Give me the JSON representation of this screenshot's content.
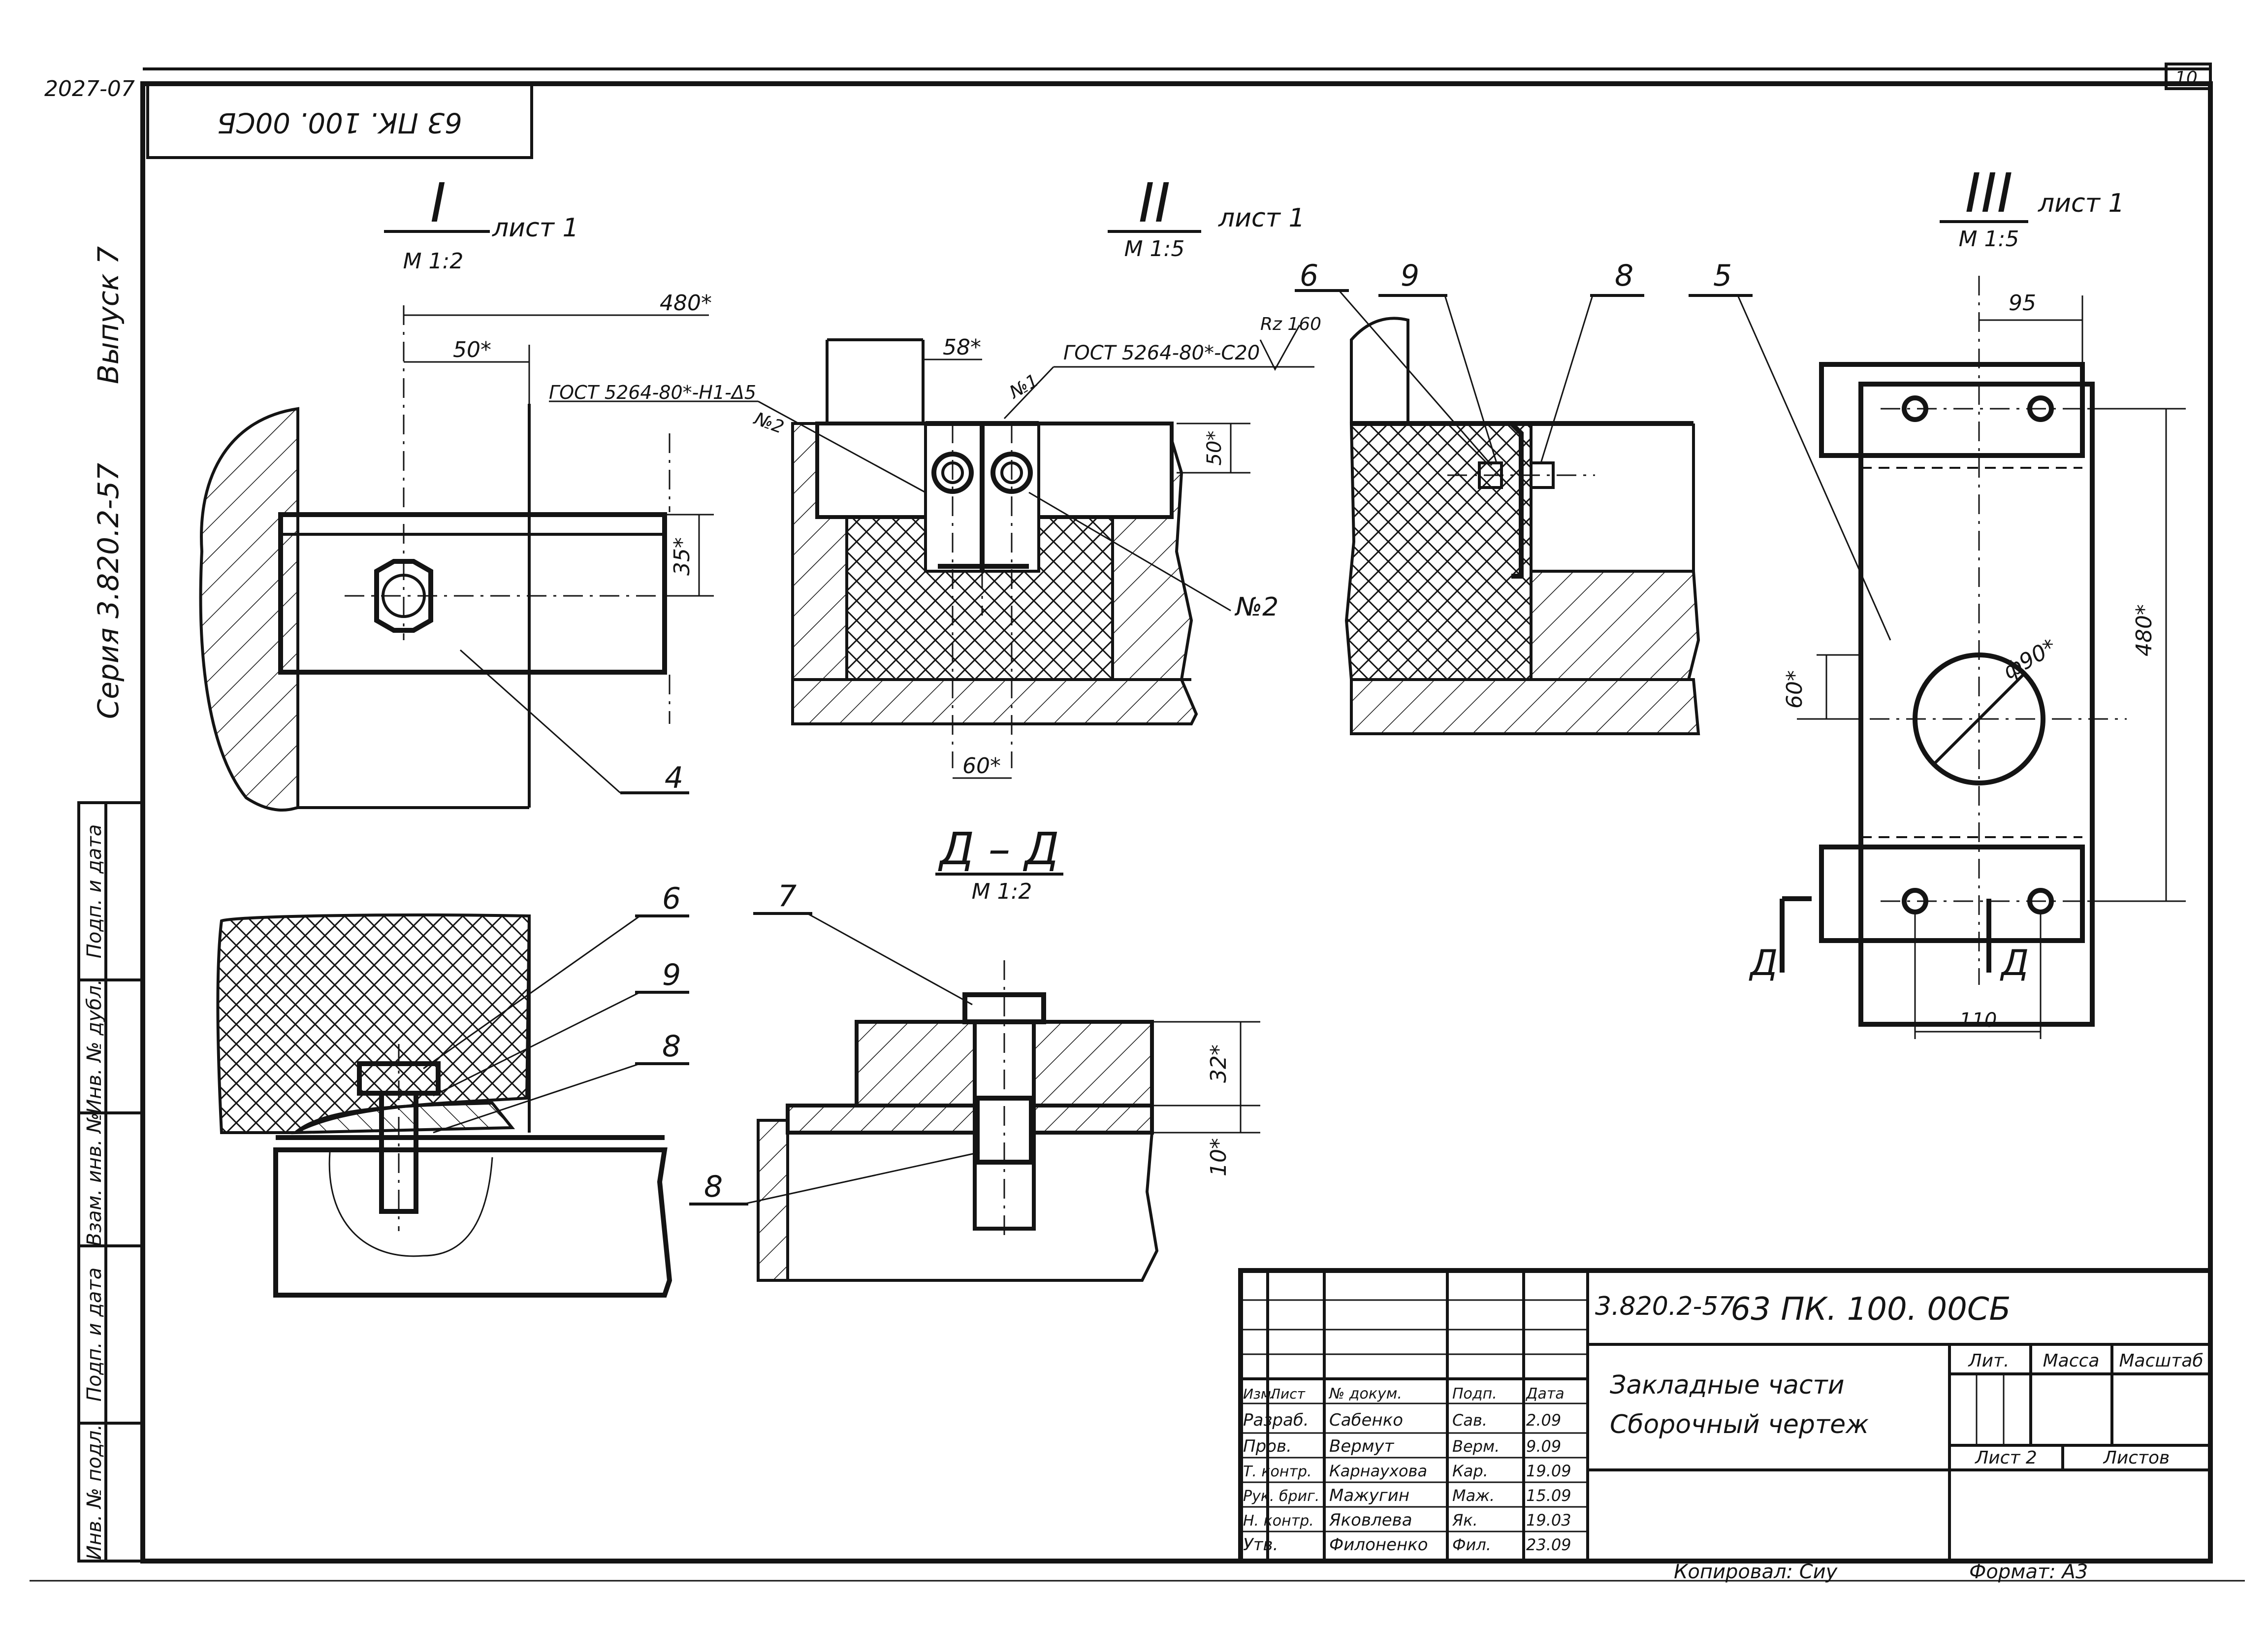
{
  "sheet": {
    "stamp_top_left": "2027-07",
    "page_number": "10",
    "code_rotated": "63 ПК. 100. 00СБ",
    "series": "Серия 3.820.2-57",
    "issue": "Выпуск 7"
  },
  "left_strip": {
    "cells": [
      "Подп. и дата",
      "Инв. № дубл.",
      "Взам. инв. №",
      "Подп. и дата",
      "Инв. № подл."
    ]
  },
  "views": {
    "I": {
      "numeral": "I",
      "sheet_ref": "лист 1",
      "scale": "М 1:2"
    },
    "II": {
      "numeral": "II",
      "sheet_ref": "лист 1",
      "scale": "М 1:5"
    },
    "III": {
      "numeral": "III",
      "sheet_ref": "лист 1",
      "scale": "М 1:5"
    },
    "DD": {
      "title": "Д – Д",
      "scale": "М 1:2"
    }
  },
  "dimensions": {
    "d480_top": "480*",
    "d50": "50*",
    "d35": "35*",
    "d58": "58*",
    "d50_v": "50*",
    "d60_bottom": "60*",
    "d95": "95",
    "d480_v": "480*",
    "d60_v": "60*",
    "d90": "ф90*",
    "d110": "110",
    "d32": "32*",
    "d10": "10*",
    "roughness": "Rz 160"
  },
  "welds": {
    "gost_1": "ГОСТ 5264-80*-Н1-Δ5",
    "gost_2": "ГОСТ 5264-80*-С20",
    "n1": "№1",
    "n2a": "№2",
    "n2b": "№2"
  },
  "callouts": {
    "c4": "4",
    "c6_top": "6",
    "c9_top": "9",
    "c8_top": "8",
    "c5": "5",
    "c6_bottom": "6",
    "c9_bottom": "9",
    "c8_bottom": "8",
    "c7": "7",
    "c8_dd": "8",
    "d_left": "Д",
    "d_right": "Д"
  },
  "title_block": {
    "series_code": "3.820.2-57",
    "document_code": "63 ПК. 100. 00СБ",
    "title_line1": "Закладные части",
    "title_line2": "Сборочный чертеж",
    "head_izm": "Изм.",
    "head_list": "Лист",
    "head_ndoc": "№ докум.",
    "head_podp": "Подп.",
    "head_date": "Дата",
    "lit": "Лит.",
    "massa": "Масса",
    "masshtab": "Масштаб",
    "sheet_label": "Лист 2",
    "sheets_label": "Листов",
    "rows": [
      {
        "role": "Разраб.",
        "name": "Сабенко",
        "sign": "Сав.",
        "date": "2.09"
      },
      {
        "role": "Пров.",
        "name": "Вермут",
        "sign": "Верм.",
        "date": "9.09"
      },
      {
        "role": "Т. контр.",
        "name": "Карнаухова",
        "sign": "Кар.",
        "date": "19.09"
      },
      {
        "role": "Рук. бриг.",
        "name": "Мажугин",
        "sign": "Маж.",
        "date": "15.09"
      },
      {
        "role": "Н. контр.",
        "name": "Яковлева",
        "sign": "Як.",
        "date": "19.03"
      },
      {
        "role": "Утв.",
        "name": "Филоненко",
        "sign": "Фил.",
        "date": "23.09"
      }
    ],
    "copied": "Копировал: Сиу",
    "format": "Формат: А3"
  }
}
